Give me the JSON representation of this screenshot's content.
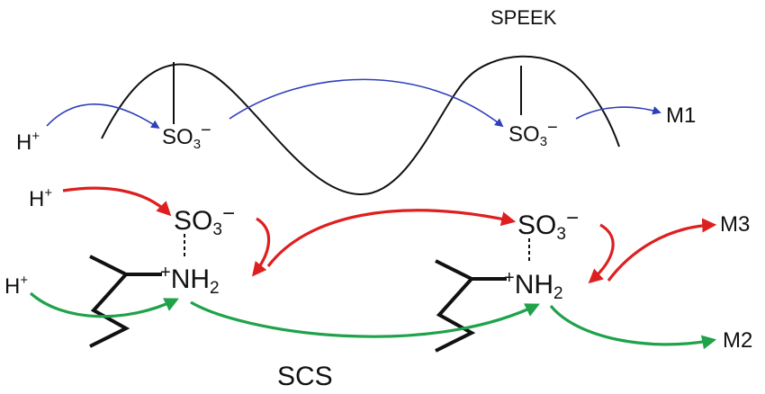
{
  "labels": {
    "speek": "SPEEK",
    "scs": "SCS",
    "h_plus": "H",
    "plus_sign": "+",
    "so3_base": "SO",
    "so3_sub": "3",
    "so3_charge": "−",
    "nh2_base": "NH",
    "nh2_sub": "2",
    "m1": "M1",
    "m2": "M2",
    "m3": "M3"
  },
  "colors": {
    "backbone": "#111111",
    "pathway_m1": "#2f3fb8",
    "pathway_m3": "#dd1f1f",
    "pathway_m2": "#1fa24a"
  }
}
